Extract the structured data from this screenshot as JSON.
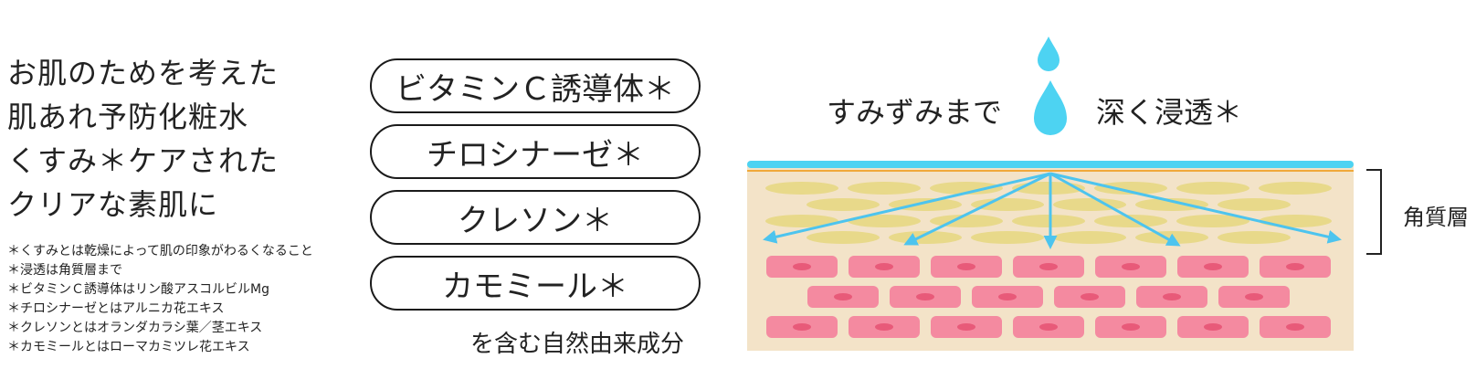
{
  "headline": [
    "お肌のためを考えた",
    "肌あれ予防化粧水",
    "くすみ＊ケアされた",
    "クリアな素肌に"
  ],
  "notes": [
    "＊くすみとは乾燥によって肌の印象がわるくなること",
    "＊浸透は角質層まで",
    "＊ビタミンＣ誘導体はリン酸アスコルビルMg",
    "＊チロシナーゼとはアルニカ花エキス",
    "＊クレソンとはオランダカラシ葉／茎エキス",
    "＊カモミールとはローマカミツレ花エキス"
  ],
  "ingredients": [
    "ビタミンＣ誘導体＊",
    "チロシナーゼ＊",
    "クレソン＊",
    "カモミール＊"
  ],
  "ingredients_caption": "を含む自然由来成分",
  "diagram": {
    "left_text": "すみずみまで",
    "right_text": "深く浸透＊",
    "layer_label": "角質層",
    "colors": {
      "drop": "#4dd3f2",
      "surface": "#4dd3f2",
      "skin_bg": "#f3e3c8",
      "horny_cell": "#e8d98a",
      "cell": "#f48aa0",
      "nucleus": "#e85a79",
      "arrow": "#4dc4ee"
    }
  }
}
